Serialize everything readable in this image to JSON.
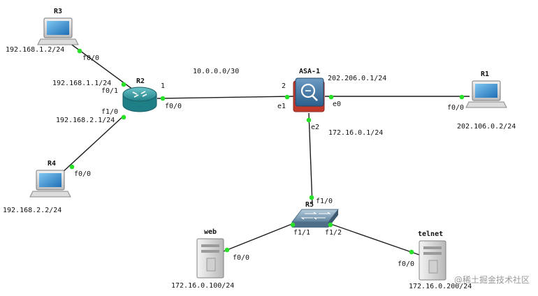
{
  "devices": {
    "r3": "R3",
    "r2": "R2",
    "r4": "R4",
    "asa": "ASA-1",
    "r1": "R1",
    "sw": "R5",
    "web": "web",
    "telnet": "telnet"
  },
  "addresses": {
    "r3_ip": "192.168.1.2/24",
    "r2_f01_ip": "192.168.1.1/24",
    "r2_f10_ip": "192.168.2.1/24",
    "r4_ip": "192.168.2.2/24",
    "link_net": "10.0.0.0/30",
    "asa_e0_ip": "202.206.0.1/24",
    "r1_ip": "202.106.0.2/24",
    "asa_e2_ip": "172.16.0.1/24",
    "web_ip": "172.16.0.100/24",
    "telnet_ip": "172.16.0.200/24"
  },
  "ports": {
    "r3_f00": "f0/0",
    "r2_f01": "f0/1",
    "r2_f10": "f1/0",
    "r4_f00": "f0/0",
    "r2_f00": "f0/0",
    "r2_side": "1",
    "asa_side": "2",
    "asa_e1": "e1",
    "asa_e0": "e0",
    "asa_e2": "e2",
    "r1_f00": "f0/0",
    "sw_f10": "f1/0",
    "sw_f11": "f1/1",
    "sw_f12": "f1/2",
    "web_f00": "f0/0",
    "telnet_f00": "f0/0"
  },
  "watermark": "@稀土掘金技术社区",
  "colors": {
    "link": "#1c1c1c",
    "port": "#28e028",
    "router": "#2e9aa0",
    "firewall": "#c0392b",
    "switch": "#6f8ea6"
  },
  "icons": {
    "pc": "pc-icon",
    "router": "router-icon",
    "firewall": "firewall-icon",
    "switch": "switch-icon",
    "server": "server-icon"
  }
}
